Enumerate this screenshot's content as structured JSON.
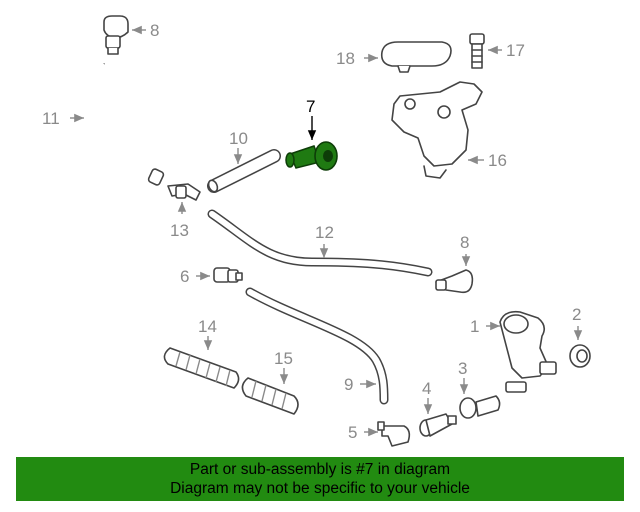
{
  "diagram": {
    "callouts": {
      "c1": "1",
      "c2": "2",
      "c3": "3",
      "c4": "4",
      "c5": "5",
      "c6": "6",
      "c7": "7",
      "c8a": "8",
      "c8b": "8",
      "c9": "9",
      "c10": "10",
      "c11": "11",
      "c12": "12",
      "c13": "13",
      "c14": "14",
      "c15": "15",
      "c16": "16",
      "c17": "17",
      "c18": "18"
    },
    "highlight_part": "7"
  },
  "banner": {
    "line1": "Part or sub-assembly is #7 in diagram",
    "line2": "Diagram may not be specific to your vehicle",
    "background": "#228b11"
  },
  "colors": {
    "highlight_part_fill": "#1f7a12",
    "callout_text": "#8a8a8a",
    "outline": "#444444"
  }
}
